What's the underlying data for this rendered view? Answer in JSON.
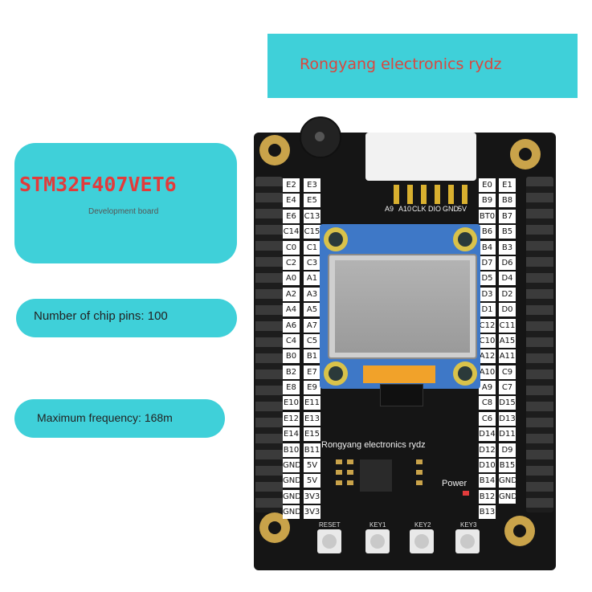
{
  "banner": {
    "brand": "Rongyang electronics rydz"
  },
  "spec_card": {
    "model": "STM32F407VET6",
    "subtitle": "Development board"
  },
  "chip_pins": {
    "text": "Number of chip pins: 100"
  },
  "max_freq": {
    "text": "Maximum frequency: 168m"
  },
  "board": {
    "silkscreen_brand": "Rongyang electronics rydz",
    "power_label": "Power",
    "left_pins_col1": [
      "E2",
      "E4",
      "E6",
      "C14",
      "C0",
      "C2",
      "A0",
      "A2",
      "A4",
      "A6",
      "C4",
      "B0",
      "B2",
      "E8",
      "E10",
      "E12",
      "E14",
      "B10",
      "GND",
      "GND",
      "GND",
      "GND"
    ],
    "left_pins_col2": [
      "E3",
      "E5",
      "C13",
      "C15",
      "C1",
      "C3",
      "A1",
      "A3",
      "A5",
      "A7",
      "C5",
      "B1",
      "E7",
      "E9",
      "E11",
      "E13",
      "E15",
      "B11",
      "5V",
      "5V",
      "3V3",
      "3V3"
    ],
    "right_pins_col1": [
      "E0",
      "B9",
      "BT0",
      "B6",
      "B4",
      "D7",
      "D5",
      "D3",
      "D1",
      "C12",
      "C10",
      "A12",
      "A10",
      "A9",
      "C8",
      "C6",
      "D14",
      "D12",
      "D10",
      "B14",
      "B12",
      "B13"
    ],
    "right_pins_col2": [
      "E1",
      "B8",
      "B7",
      "B5",
      "B3",
      "D6",
      "D4",
      "D2",
      "D0",
      "C11",
      "A15",
      "A11",
      "C9",
      "C7",
      "D15",
      "D13",
      "D11",
      "D9",
      "B15",
      "GND",
      "GND"
    ],
    "connector_labels": [
      "A9",
      "A10",
      "CLK",
      "DIO",
      "GND",
      "5V"
    ],
    "buttons": [
      "RESET",
      "KEY1",
      "KEY2",
      "KEY3"
    ]
  }
}
